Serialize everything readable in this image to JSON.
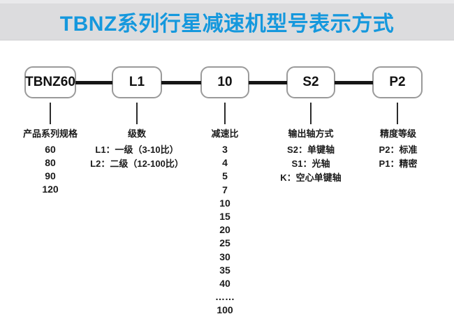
{
  "header": {
    "title": "TBNZ系列行星减速机型号表示方式"
  },
  "colors": {
    "title_blue": "#1598dd",
    "header_bg": "#dcdcde",
    "header_top_strip": "#e9e9eb"
  },
  "diagram": {
    "boxes": [
      {
        "label": "TBNZ60"
      },
      {
        "label": "L1"
      },
      {
        "label": "10"
      },
      {
        "label": "S2"
      },
      {
        "label": "P2"
      }
    ],
    "columns": [
      {
        "header": "产品系列规格",
        "items": [
          "60",
          "80",
          "90",
          "120"
        ]
      },
      {
        "header": "级数",
        "items": [
          "L1：一级（3-10比）",
          "L2：二级（12-100比）"
        ]
      },
      {
        "header": "减速比",
        "items": [
          "3",
          "4",
          "5",
          "7",
          "10",
          "15",
          "20",
          "25",
          "30",
          "35",
          "40",
          "……",
          "100"
        ]
      },
      {
        "header": "输出轴方式",
        "items": [
          "S2：单键轴",
          "S1：光轴",
          "K：空心单键轴"
        ]
      },
      {
        "header": "精度等级",
        "items": [
          "P2：标准",
          "P1：精密"
        ]
      }
    ]
  }
}
